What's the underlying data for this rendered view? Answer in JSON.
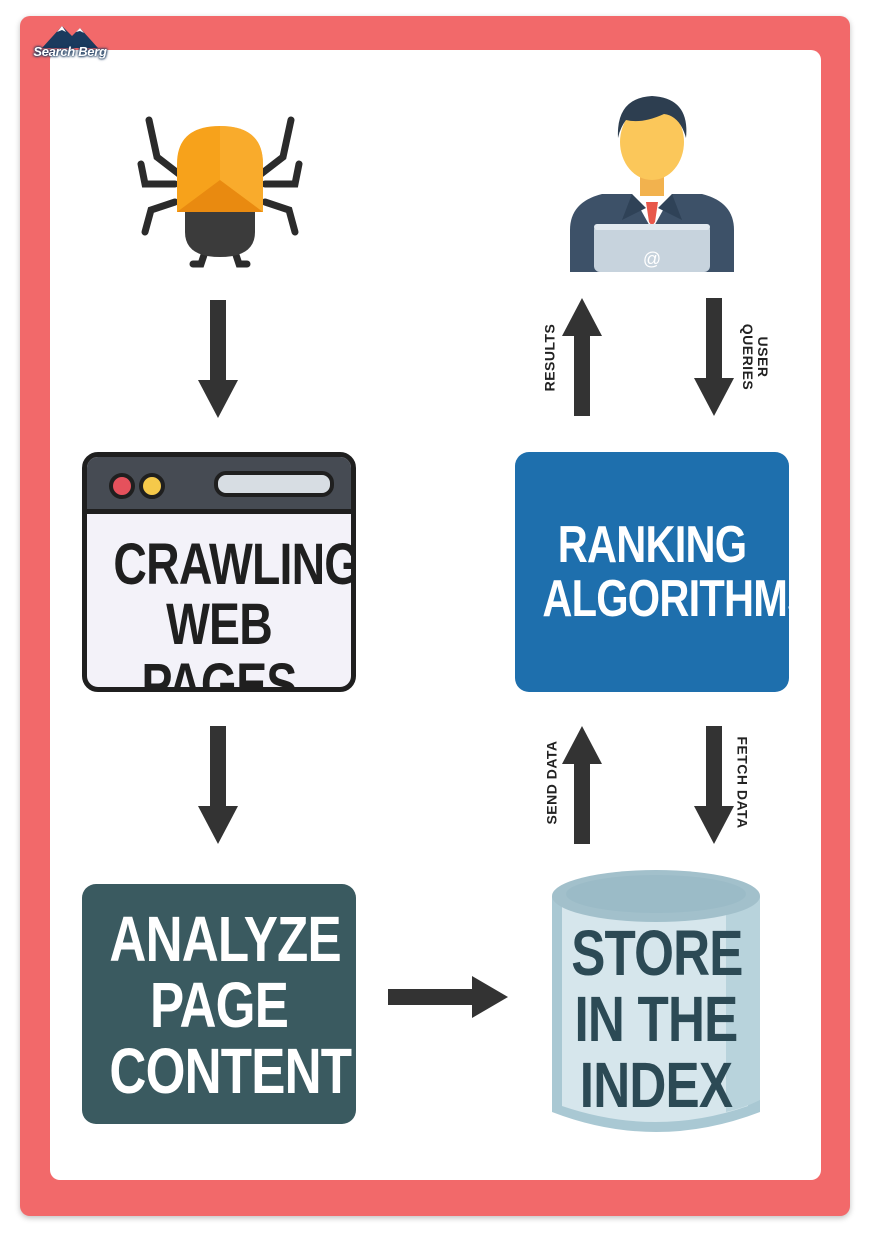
{
  "brand": {
    "name": "Search Berg"
  },
  "nodes": {
    "crawling": {
      "lines": [
        "CRAWLING",
        "WEB PAGES"
      ]
    },
    "analyze": {
      "lines": [
        "ANALYZE",
        "PAGE",
        "CONTENT"
      ]
    },
    "index": {
      "lines": [
        "STORE",
        "IN THE",
        "INDEX"
      ]
    },
    "ranking": {
      "lines": [
        "RANKING",
        "ALGORITHMS"
      ]
    }
  },
  "edges": {
    "results": "RESULTS",
    "user_queries": [
      "USER",
      "QUERIES"
    ],
    "send_data": "SEND DATA",
    "fetch_data": "FETCH DATA"
  },
  "icons": {
    "crawler": "bug-icon",
    "user": "user-at-laptop-icon",
    "logo": "mountain-logo-icon",
    "laptop_symbol": "@"
  },
  "colors": {
    "frame": "#f2696a",
    "ranking_box": "#1e6fad",
    "analyze_box": "#3a5a60",
    "database": "#c9dfe6",
    "arrow": "#333333"
  }
}
